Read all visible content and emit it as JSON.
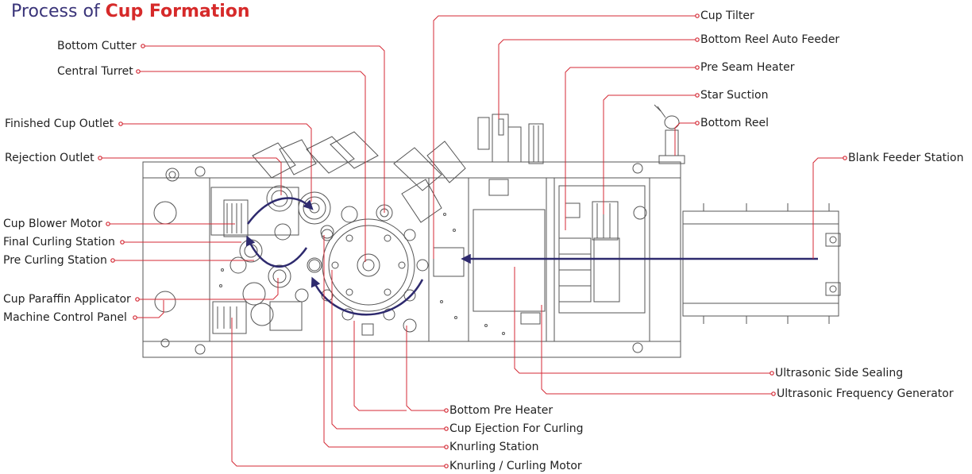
{
  "title": {
    "prefix": "Process of",
    "highlight": "Cup Formation"
  },
  "colors": {
    "leader": "#d42a35",
    "flow": "#2e2a6e",
    "machine": "#555555",
    "title": "#3a3479",
    "accent": "#d62a2a"
  },
  "labels_left": {
    "bottom_cutter": "Bottom Cutter",
    "central_turret": "Central Turret",
    "finished_cup_outlet": "Finished Cup Outlet",
    "rejection_outlet": "Rejection Outlet",
    "cup_blower_motor": "Cup Blower Motor",
    "final_curling_station": "Final Curling Station",
    "pre_curling_station": "Pre Curling Station",
    "cup_paraffin_applicator": "Cup Paraffin Applicator",
    "machine_control_panel": "Machine Control Panel"
  },
  "labels_right": {
    "cup_tilter": "Cup Tilter",
    "bottom_reel_auto_feeder": "Bottom Reel Auto Feeder",
    "pre_seam_heater": "Pre Seam Heater",
    "star_suction": "Star Suction",
    "bottom_reel": "Bottom Reel",
    "blank_feeder_station": "Blank Feeder Station",
    "ultrasonic_side_sealing": "Ultrasonic Side Sealing",
    "ultrasonic_frequency_generator": "Ultrasonic Frequency Generator"
  },
  "labels_bottom": {
    "bottom_pre_heater": "Bottom Pre Heater",
    "cup_ejection_for_curling": "Cup Ejection For Curling",
    "knurling_station": "Knurling Station",
    "knurling_curling_motor": "Knurling / Curling Motor"
  }
}
